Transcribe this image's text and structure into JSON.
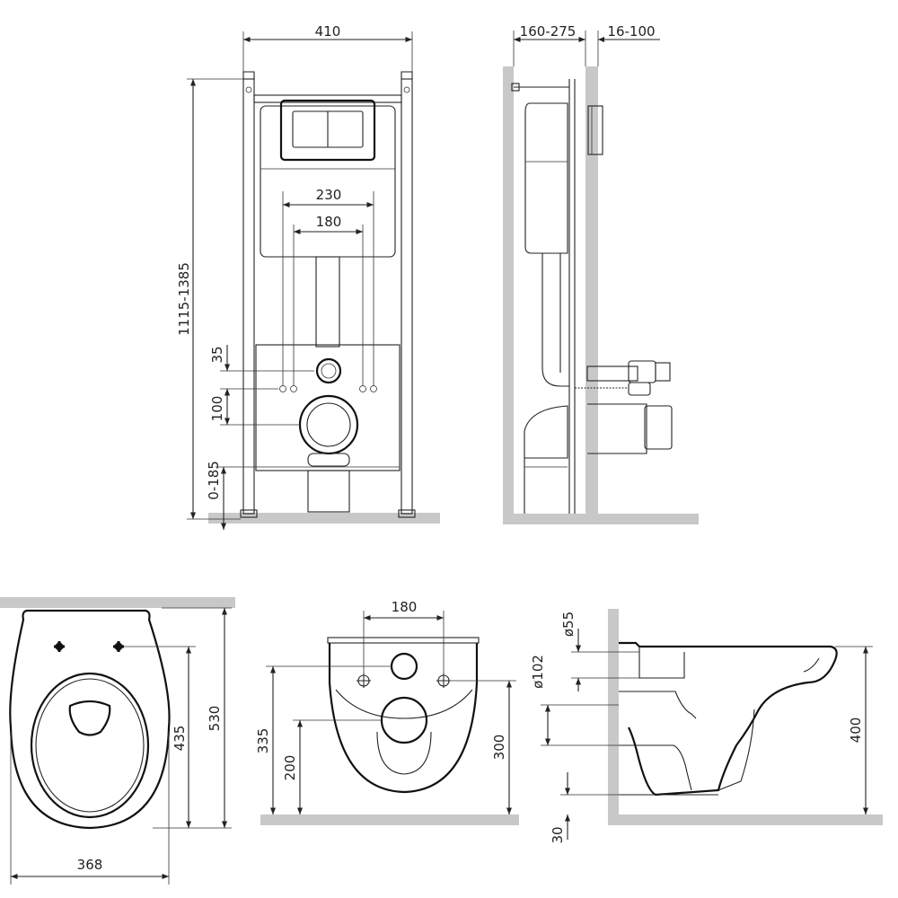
{
  "frame_front": {
    "width": "410",
    "height": "1115-1385",
    "plate_spacing_outer": "230",
    "plate_spacing_inner": "180",
    "pipe_offset": "35",
    "outlet_offset": "100",
    "foot_adjust": "0-185"
  },
  "frame_side": {
    "depth": "160-275",
    "wall_gap": "16-100"
  },
  "bowl_top": {
    "length": "530",
    "bolt_to_back": "435",
    "width": "368"
  },
  "bowl_back": {
    "bolt_spacing": "180",
    "bolt_height": "335",
    "outlet_height": "200",
    "inlet_height": "300"
  },
  "bowl_side": {
    "inlet_diameter": "ø55",
    "outlet_diameter": "ø102",
    "height": "400",
    "floor_gap": "30"
  },
  "colors": {
    "line": "#222222",
    "wall": "#c8c8c8"
  }
}
